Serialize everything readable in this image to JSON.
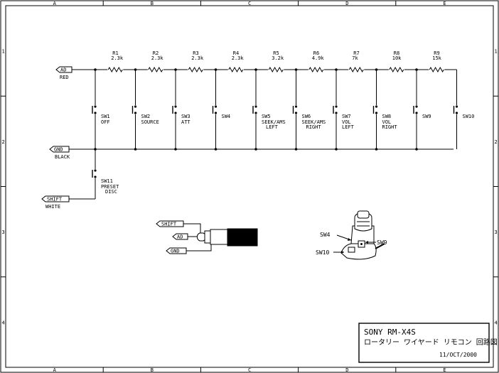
{
  "frame": {
    "columns": [
      "A",
      "B",
      "C",
      "D",
      "E"
    ],
    "rows": [
      "1",
      "2",
      "3",
      "4"
    ]
  },
  "ports": {
    "ad": {
      "tag": "AD",
      "color": "RED"
    },
    "gnd": {
      "tag": "GND",
      "color": "BLACK"
    },
    "shift": {
      "tag": "SHIFT",
      "color": "WHITE"
    }
  },
  "resistors": [
    {
      "ref": "R1",
      "value": "2.3k"
    },
    {
      "ref": "R2",
      "value": "2.3k"
    },
    {
      "ref": "R3",
      "value": "2.3k"
    },
    {
      "ref": "R4",
      "value": "2.3k"
    },
    {
      "ref": "R5",
      "value": "3.2k"
    },
    {
      "ref": "R6",
      "value": "4.9k"
    },
    {
      "ref": "R7",
      "value": "7k"
    },
    {
      "ref": "R8",
      "value": "10k"
    },
    {
      "ref": "R9",
      "value": "15k"
    }
  ],
  "switches": [
    {
      "ref": "SW1",
      "lines": [
        "OFF"
      ]
    },
    {
      "ref": "SW2",
      "lines": [
        "SOURCE"
      ]
    },
    {
      "ref": "SW3",
      "lines": [
        "ATT"
      ]
    },
    {
      "ref": "SW4",
      "lines": []
    },
    {
      "ref": "SW5",
      "lines": [
        "SEEK/AMS",
        "LEFT"
      ]
    },
    {
      "ref": "SW6",
      "lines": [
        "SEEK/AMS",
        "RIGHT"
      ]
    },
    {
      "ref": "SW7",
      "lines": [
        "VOL",
        "LEFT"
      ]
    },
    {
      "ref": "SW8",
      "lines": [
        "VOL",
        "RIGHT"
      ]
    },
    {
      "ref": "SW9",
      "lines": []
    },
    {
      "ref": "SW10",
      "lines": []
    }
  ],
  "sw11": {
    "ref": "SW11",
    "lines": [
      "PRESET",
      "DISC"
    ]
  },
  "plug": {
    "shift": "SHIFT",
    "ad": "AD",
    "gnd": "GND"
  },
  "remote": {
    "sw4": "SW4",
    "sw9": "SW9",
    "sw10": "SW10"
  },
  "title_block": {
    "line1": "SONY RM-X4S",
    "line2": "ロータリー ワイヤード リモコン 回路図",
    "date": "11/OCT/2000"
  }
}
